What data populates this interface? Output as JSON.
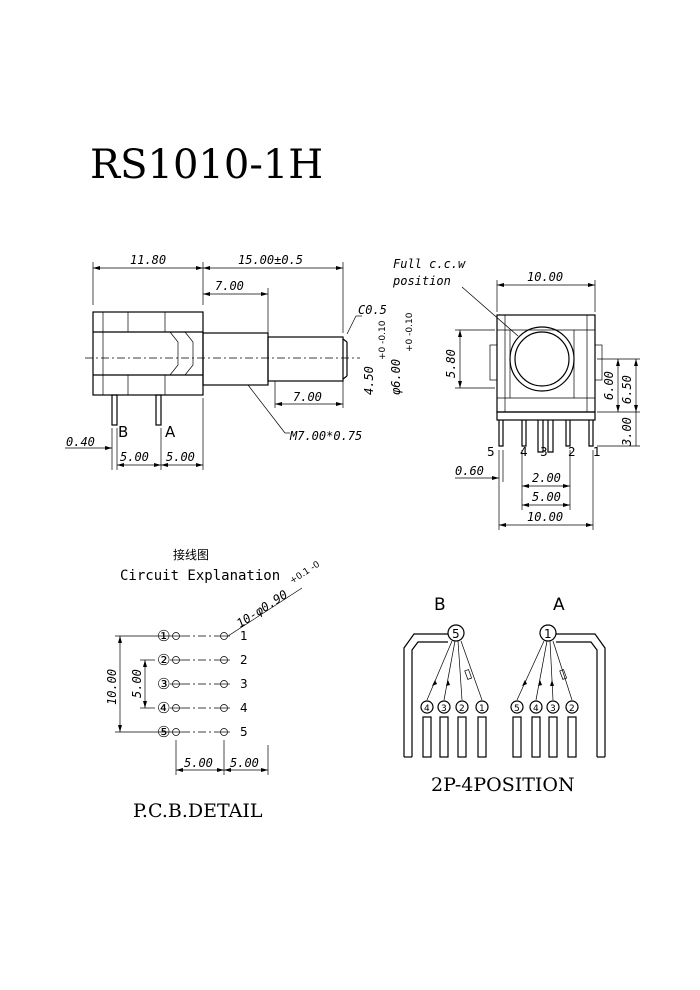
{
  "title": "RS1010-1H",
  "side_view": {
    "dims": {
      "d1180": "11.80",
      "d1500": "15.00±0.5",
      "d700a": "7.00",
      "d700b": "7.00",
      "c05": "C0.5",
      "d450": "4.50",
      "d450_tol": "+0 -0.10",
      "d600": "φ6.00",
      "d600_tol": "+0 -0.10",
      "thread": "M7.00*0.75",
      "d040": "0.40",
      "d500a": "5.00",
      "d500b": "5.00"
    },
    "pin_labels": {
      "b": "B",
      "a": "A"
    }
  },
  "front_view": {
    "note_line1": "Full c.c.w",
    "note_line2": "position",
    "dims": {
      "top1000": "10.00",
      "d580": "5.80",
      "d600": "6.00",
      "d650": "6.50",
      "d300": "3.00",
      "d060": "0.60",
      "d200": "2.00",
      "d500": "5.00",
      "bot1000": "10.00"
    },
    "pins": [
      "5",
      "4",
      "3",
      "2",
      "1"
    ]
  },
  "circuit": {
    "title_cn": "接线图",
    "title_en": "Circuit Explanation",
    "hole_spec": "10-φ0.90",
    "hole_tol": "+0.1 -0",
    "circled": [
      "①",
      "②",
      "③",
      "④",
      "⑤"
    ],
    "right_nums": [
      "1",
      "2",
      "3",
      "4",
      "5"
    ],
    "dim_v1000": "10.00",
    "dim_v500": "5.00",
    "dim_h500a": "5.00",
    "dim_h500b": "5.00",
    "caption": "P.C.B.DETAIL"
  },
  "switch": {
    "label_b": "B",
    "label_a": "A",
    "b_common": "5",
    "a_common": "1",
    "b_pins": [
      "4",
      "3",
      "2",
      "1"
    ],
    "a_pins": [
      "5",
      "4",
      "3",
      "2"
    ],
    "caption": "2P-4POSITION"
  }
}
